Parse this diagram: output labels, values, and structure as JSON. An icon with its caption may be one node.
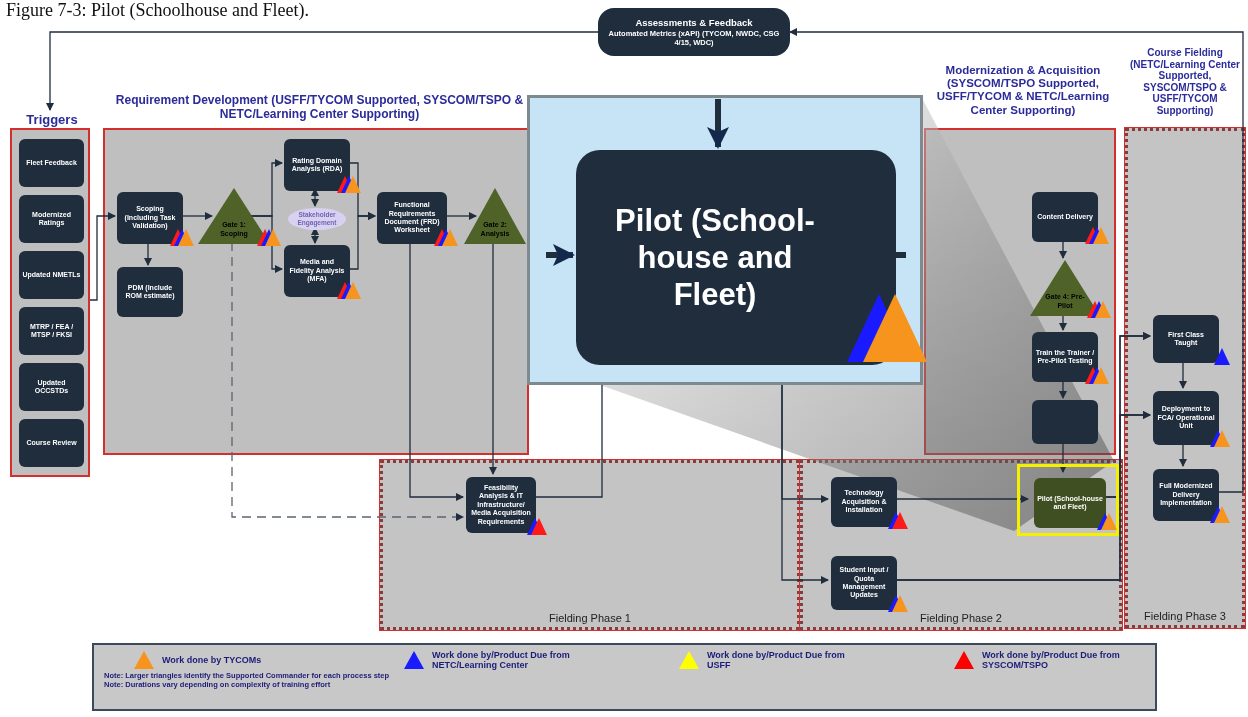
{
  "diagram": {
    "title": "Figure 7-3: Pilot (Schoolhouse and Fleet).",
    "nodes": [
      {
        "text": [
          "Assessments & Feedback",
          "Automated Metrics (xAPI) (TYCOM, NWDC, CSG 4/15, WDC)"
        ]
      },
      {
        "text": [
          "Triggers"
        ]
      },
      {
        "text": [
          "Fleet Feedback"
        ],
        "in": 1
      },
      {
        "text": [
          "Modernized Ratings"
        ],
        "in": 1
      },
      {
        "text": [
          "Updated NMETLs"
        ],
        "in": 1
      },
      {
        "text": [
          "MTRP / FEA / MTSP / FKSI"
        ],
        "in": 1
      },
      {
        "text": [
          "Updated OCCSTDs"
        ],
        "in": 1
      },
      {
        "text": [
          "Course Review"
        ],
        "in": 1
      },
      {
        "text": [
          "Requirement Development (USFF/TYCOM Supported, SYSCOM/TSPO & NETC/Learning Center Supporting)"
        ]
      },
      {
        "text": [
          "Scoping (Including Task Validation)"
        ],
        "in": 8
      },
      {
        "text": [
          "PDM (Include ROM estimate)"
        ],
        "in": 8
      },
      {
        "text": [
          "Gate 1: Scoping"
        ],
        "in": 8
      },
      {
        "text": [
          "Rating Domain Analysis (RDA)"
        ],
        "in": 8
      },
      {
        "text": [
          "Stakeholder Engagement"
        ],
        "in": 8
      },
      {
        "text": [
          "Media and Fidelity Analysis (MFA)"
        ],
        "in": 8
      },
      {
        "text": [
          "Functional Requirements Document (FRD) Worksheet"
        ],
        "in": 8
      },
      {
        "text": [
          "Gate 2: Analysis"
        ],
        "in": 8
      },
      {
        "text": [
          "Modernization & Acquisition (SYSCOM/TSPO Supported, USFF/TYCOM & NETC/Learning Center Supporting)"
        ]
      },
      {
        "text": [
          "Content Delivery"
        ],
        "in": 17
      },
      {
        "text": [
          "Gate 4: Pre-Pilot"
        ],
        "in": 17
      },
      {
        "text": [
          "Train the Trainer / Pre-Pilot Testing"
        ],
        "in": 17
      },
      {
        "text": [],
        "shape": "box",
        "in": 17
      },
      {
        "text": [
          "Course Fielding (NETC/Learning Center Supported, SYSCOM/TSPO & USFF/TYCOM Supporting)",
          "Fielding Phase 3"
        ]
      },
      {
        "text": [
          "First Class Taught"
        ],
        "in": 22
      },
      {
        "text": [
          "Deployment to FCA/ Operational Unit"
        ],
        "in": 22
      },
      {
        "text": [
          "Full Modernized Delivery Implementation"
        ],
        "in": 22
      },
      {
        "text": [
          "Fielding Phase 1"
        ]
      },
      {
        "text": [
          "Feasibility Analysis & IT Infrastructure/ Media Acquisition Requirements"
        ],
        "in": 26
      },
      {
        "text": [
          "Fielding Phase 2"
        ]
      },
      {
        "text": [
          "Technology Acquisition & Installation"
        ],
        "in": 28
      },
      {
        "text": [
          "Student Input / Quota Management Updates"
        ],
        "in": 28
      },
      {
        "text": [],
        "shape": "box",
        "in": 28
      },
      {
        "text": [
          "Pilot (School-house and Fleet)"
        ],
        "in": 31
      },
      {
        "text": [],
        "shape": "box"
      },
      {
        "text": [
          "Pilot (School-house and Fleet)"
        ],
        "in": 33
      }
    ],
    "edges": [
      {
        "from": 25,
        "to": 0,
        "arrow": "to"
      },
      {
        "from": 0,
        "to": 1,
        "arrow": "to"
      },
      {
        "from": 1,
        "to": 9,
        "arrow": "to"
      },
      {
        "from": 9,
        "to": 10,
        "arrow": "to"
      },
      {
        "from": 9,
        "to": 11,
        "arrow": "to"
      },
      {
        "from": 11,
        "to": 12,
        "arrow": "to"
      },
      {
        "from": 11,
        "to": 14,
        "arrow": "to"
      },
      {
        "from": 12,
        "to": 13,
        "arrow": "both"
      },
      {
        "from": 13,
        "to": 14,
        "arrow": "both"
      },
      {
        "from": 12,
        "to": 15,
        "arrow": "to"
      },
      {
        "from": 14,
        "to": 15,
        "arrow": "to"
      },
      {
        "from": 15,
        "to": 16,
        "arrow": "to"
      },
      {
        "from": 11,
        "to": 27,
        "arrow": "to",
        "style": "dashed",
        "color": "#5a6470"
      },
      {
        "from": 15,
        "to": 27,
        "arrow": "to"
      },
      {
        "from": 16,
        "to": 27,
        "arrow": "to"
      },
      {
        "from": 27,
        "to": 33,
        "arrow": "none"
      },
      {
        "from": 18,
        "to": 19,
        "arrow": "to"
      },
      {
        "from": 19,
        "to": 20,
        "arrow": "to"
      },
      {
        "from": 20,
        "to": 21,
        "arrow": "to"
      },
      {
        "from": 21,
        "to": 32,
        "arrow": "to"
      },
      {
        "from": 33,
        "to": 29,
        "arrow": "to"
      },
      {
        "from": 33,
        "to": 30,
        "arrow": "to"
      },
      {
        "from": 29,
        "to": 32,
        "arrow": "to"
      },
      {
        "from": 32,
        "to": 23,
        "arrow": "to"
      },
      {
        "from": 32,
        "to": 24,
        "arrow": "to"
      },
      {
        "from": 30,
        "to": 23,
        "arrow": "to"
      },
      {
        "from": 30,
        "to": 24,
        "arrow": "to"
      },
      {
        "from": 23,
        "to": 24,
        "arrow": "to"
      },
      {
        "from": 24,
        "to": 25,
        "arrow": "to"
      },
      {
        "from": null,
        "to": 34,
        "arrow": "to",
        "style": "thick"
      },
      {
        "from": null,
        "to": 34,
        "arrow": "to",
        "style": "thick"
      },
      {
        "from": 34,
        "to": null,
        "arrow": "none",
        "style": "thick"
      }
    ],
    "labels": [
      "Note: Larger triangles identify the Supported Commander for each process step",
      "Note: Durations vary depending on complexity of training effort"
    ],
    "legend": [
      {
        "text": "Work done by TYCOMs",
        "color": "#f7941d"
      },
      {
        "text": "Work done by/Product Due from NETC/Learning Center",
        "color": "#1a1aff"
      },
      {
        "text": "Work done by/Product Due from USFF",
        "color": "#ffff00"
      },
      {
        "text": "Work done by/Product Due from SYSCOM/TSPO",
        "color": "#ff0000"
      }
    ]
  }
}
